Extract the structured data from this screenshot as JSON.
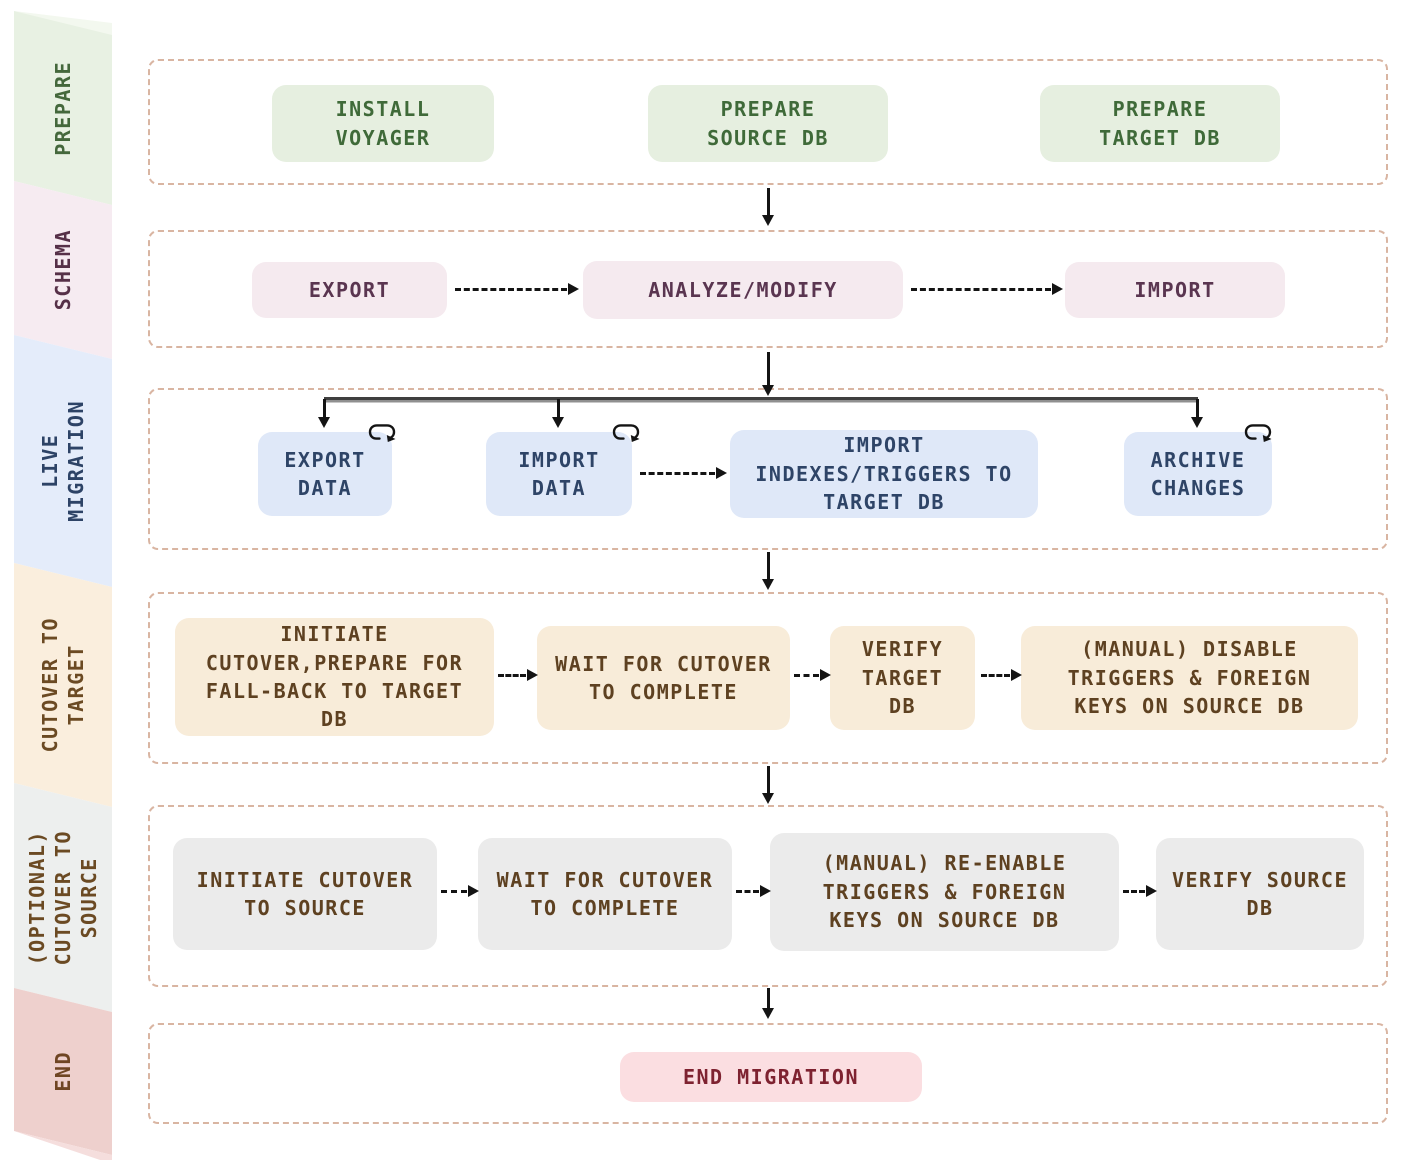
{
  "colors": {
    "lane_border": "#d9b5a2",
    "arrow": "#141414",
    "prepare_fill": "#e6efe0",
    "prepare_text": "#3f6a39",
    "schema_fill": "#f5eaef",
    "schema_text": "#5a3550",
    "live_migration_fill": "#dfe8f8",
    "live_migration_text": "#2e4467",
    "cutover_target_fill": "#f8ecd9",
    "cutover_target_text": "#5e4121",
    "cutover_source_fill": "#ebebeb",
    "cutover_source_text": "#5e4121",
    "end_fill": "#fbdee1",
    "end_text": "#7e2230"
  },
  "icons": {
    "loop": "repeat-loop-arrow"
  },
  "lanes": {
    "prepare": {
      "band_label": "PREPARE",
      "nodes": {
        "install_voyager": {
          "label": "INSTALL\nVOYAGER"
        },
        "prepare_source_db": {
          "label": "PREPARE\nSOURCE DB"
        },
        "prepare_target_db": {
          "label": "PREPARE\nTARGET DB"
        }
      }
    },
    "schema": {
      "band_label": "SCHEMA",
      "nodes": {
        "export": {
          "label": "EXPORT"
        },
        "analyze_modify": {
          "label": "ANALYZE/MODIFY"
        },
        "import": {
          "label": "IMPORT"
        }
      }
    },
    "live_migration": {
      "band_label": "LIVE\nMIGRATION",
      "nodes": {
        "export_data": {
          "label": "EXPORT\nDATA"
        },
        "import_data": {
          "label": "IMPORT\nDATA"
        },
        "import_indexes": {
          "label": "IMPORT\nINDEXES/TRIGGERS TO\nTARGET DB"
        },
        "archive_changes": {
          "label": "ARCHIVE\nCHANGES"
        }
      }
    },
    "cutover_target": {
      "band_label": "CUTOVER TO\nTARGET",
      "nodes": {
        "initiate_cutover": {
          "label": "INITIATE\nCUTOVER,PREPARE FOR\nFALL-BACK TO TARGET\nDB"
        },
        "wait_cutover": {
          "label": "WAIT FOR CUTOVER\nTO COMPLETE"
        },
        "verify_target": {
          "label": "VERIFY\nTARGET\nDB"
        },
        "disable_triggers": {
          "label": "(MANUAL) DISABLE\nTRIGGERS & FOREIGN\nKEYS ON SOURCE DB"
        }
      }
    },
    "cutover_source": {
      "band_label": "(OPTIONAL)\nCUTOVER TO\nSOURCE",
      "nodes": {
        "initiate_cutover": {
          "label": "INITIATE CUTOVER\nTO SOURCE"
        },
        "wait_cutover": {
          "label": "WAIT FOR CUTOVER\nTO COMPLETE"
        },
        "reenable_triggers": {
          "label": "(MANUAL) RE-ENABLE\nTRIGGERS & FOREIGN\nKEYS ON SOURCE DB"
        },
        "verify_source": {
          "label": "VERIFY SOURCE\nDB"
        }
      }
    },
    "end": {
      "band_label": "END",
      "nodes": {
        "end_migration": {
          "label": "END MIGRATION"
        }
      }
    }
  }
}
